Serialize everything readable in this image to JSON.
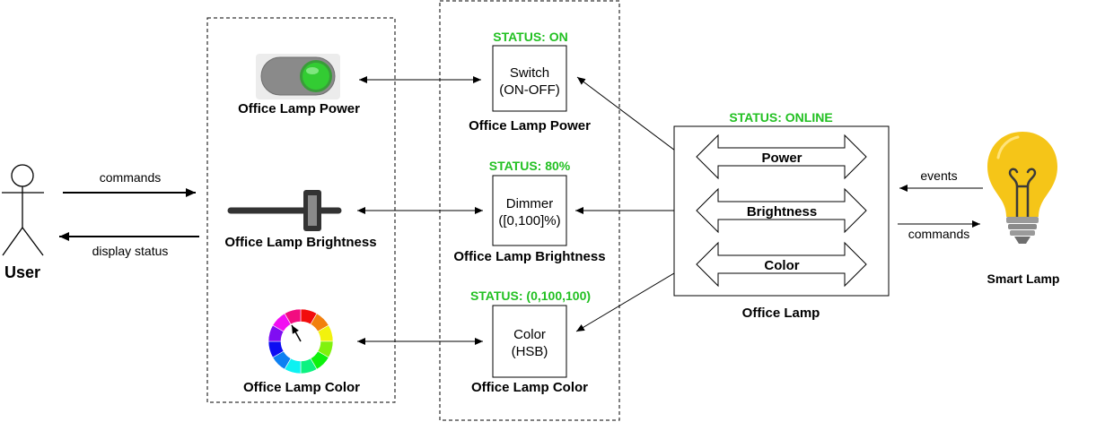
{
  "colors": {
    "status": "#22c022",
    "stroke": "#000000",
    "toggle_track": "#8a8a8a",
    "toggle_knob": "#33cc33",
    "bulb_yellow": "#f5c518",
    "bulb_base": "#8c8c8c"
  },
  "actor": {
    "label": "User"
  },
  "flows": {
    "commands": "commands",
    "display_status": "display status"
  },
  "ui_widgets": {
    "power_label": "Office Lamp Power",
    "brightness_label": "Office Lamp Brightness",
    "color_label": "Office Lamp Color"
  },
  "items": {
    "power": {
      "status": "STATUS: ON",
      "line1": "Switch",
      "line2": "(ON-OFF)",
      "label": "Office Lamp Power"
    },
    "brightness": {
      "status": "STATUS: 80%",
      "line1": "Dimmer",
      "line2": "([0,100]%)",
      "label": "Office Lamp Brightness"
    },
    "color": {
      "status": "STATUS: (0,100,100)",
      "line1": "Color",
      "line2": "(HSB)",
      "label": "Office Lamp Color"
    }
  },
  "thing": {
    "status": "STATUS: ONLINE",
    "channels": [
      "Power",
      "Brightness",
      "Color"
    ],
    "label": "Office Lamp"
  },
  "device": {
    "label": "Smart Lamp",
    "events": "events",
    "commands": "commands"
  }
}
